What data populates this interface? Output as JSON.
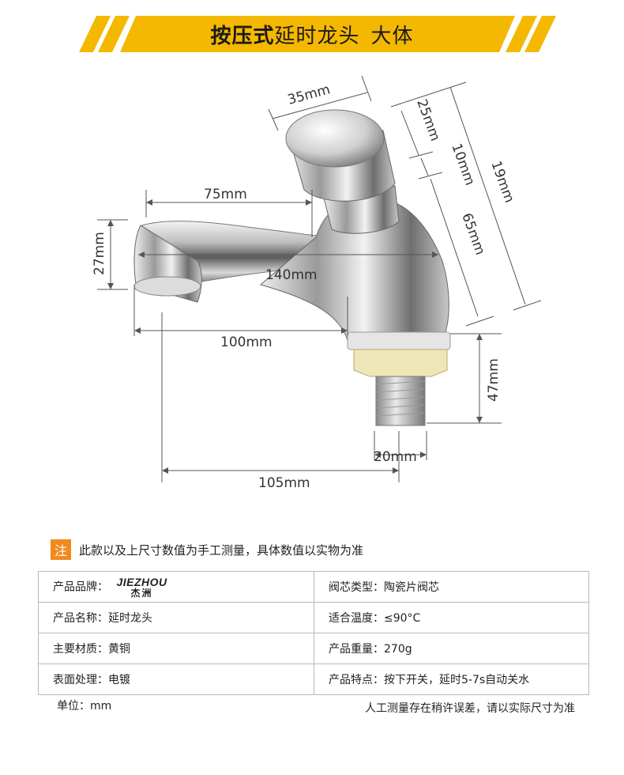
{
  "banner": {
    "title_bold": "按压式",
    "title_normal": "延时龙头",
    "title_suffix": "大体",
    "bar_color": "#f5b800",
    "stripe_color": "#f5b800"
  },
  "dimensions": {
    "handle_width": "35mm",
    "handle_height": "25mm",
    "neck_height": "10mm",
    "total_height": "19mm",
    "body_height": "65mm",
    "spout_reach": "75mm",
    "spout_height": "27mm",
    "total_length": "140mm",
    "spout_to_base": "100mm",
    "thread_height": "47mm",
    "thread_diameter": "20mm",
    "base_span": "105mm"
  },
  "note": {
    "badge": "注",
    "text": "此款以及上尺寸数值为手工测量，具体数值以实物为准",
    "badge_color": "#f08a1e"
  },
  "spec_table": {
    "brand_label": "产品品牌：",
    "brand_logo_en": "JIEZHOU",
    "brand_logo_cn": "杰洲",
    "valve_label": "阀芯类型：",
    "valve_value": "陶瓷片阀芯",
    "name_label": "产品名称：",
    "name_value": "延时龙头",
    "temp_label": "适合温度：",
    "temp_value": "≤90°C",
    "material_label": "主要材质：",
    "material_value": "黄铜",
    "weight_label": "产品重量：",
    "weight_value": "270g",
    "finish_label": "表面处理：",
    "finish_value": "电镀",
    "feature_label": "产品特点：",
    "feature_value": "按下开关，延时5-7s自动关水"
  },
  "footer": {
    "unit": "单位：mm",
    "disclaimer": "人工测量存在稍许误差，请以实际尺寸为准"
  }
}
